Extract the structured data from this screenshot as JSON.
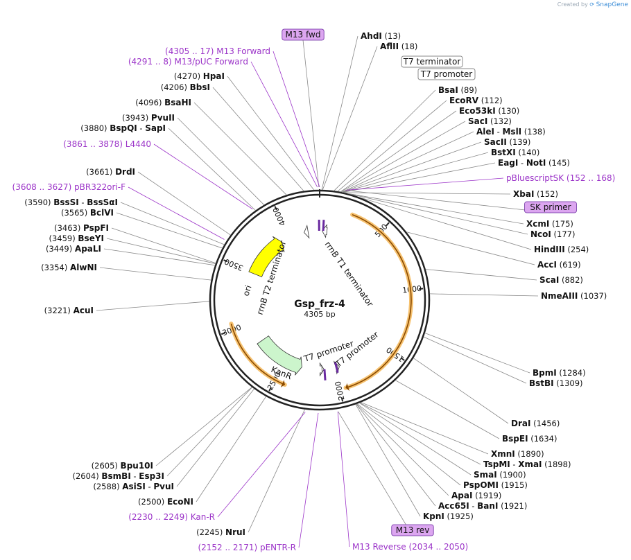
{
  "credit": {
    "text": "Created by",
    "brand": "SnapGene"
  },
  "plasmid": {
    "name": "Gsp_frz-4",
    "length_label": "4305 bp",
    "length": 4305
  },
  "tick_labels": [
    {
      "pos": 500,
      "label": "500"
    },
    {
      "pos": 1000,
      "label": "1000"
    },
    {
      "pos": 1500,
      "label": "1500"
    },
    {
      "pos": 2000,
      "label": "2000"
    },
    {
      "pos": 2500,
      "label": "2500"
    },
    {
      "pos": 3000,
      "label": "3000"
    },
    {
      "pos": 3500,
      "label": "3500"
    },
    {
      "pos": 4000,
      "label": "4000"
    }
  ],
  "features": [
    {
      "name": "T7 terminator",
      "label": "T7 terminator",
      "start": 25,
      "end": 72,
      "direction": "reverse",
      "color": "#ffffff",
      "kind": "terminator"
    },
    {
      "name": "rrnB T1 terminator",
      "label": "rrnB T1 terminator",
      "start": 4150,
      "end": 4190,
      "direction": "reverse",
      "color": "#ffffff",
      "kind": "terminator"
    },
    {
      "name": "ori",
      "label": "ori",
      "start": 3490,
      "end": 3910,
      "direction": "forward",
      "color": "#ffff00",
      "kind": "rep_origin"
    },
    {
      "name": "KanR",
      "label": "KanR",
      "start": 2330,
      "end": 2810,
      "direction": "reverse",
      "color": "#ccf5cc",
      "kind": "cds"
    },
    {
      "name": "T7 promoter",
      "label": "T7 promoter",
      "start": 1955,
      "end": 1975,
      "direction": "reverse",
      "color": "#ffffff",
      "kind": "promoter"
    },
    {
      "name": "T7 promoter",
      "label": "T7 promoter",
      "start": 2110,
      "end": 2130,
      "direction": "reverse",
      "color": "#ffffff",
      "kind": "promoter"
    },
    {
      "name": "orange ORF",
      "label": "",
      "start": 250,
      "end": 1955,
      "direction": "forward",
      "color": "#f0a040",
      "kind": "orf"
    },
    {
      "name": "orange ORF 2",
      "label": "",
      "start": 2420,
      "end": 3050,
      "direction": "reverse",
      "color": "#f0a040",
      "kind": "orf"
    }
  ],
  "enzymes": [
    {
      "name": "AhdI",
      "pos": "(13)",
      "site": 13
    },
    {
      "name": "AflII",
      "pos": "(18)",
      "site": 18
    },
    {
      "name": "BsaI",
      "pos": "(89)",
      "site": 89
    },
    {
      "name": "EcoRV",
      "pos": "(112)",
      "site": 112
    },
    {
      "name": "Eco53kI",
      "pos": "(130)",
      "site": 130
    },
    {
      "name": "SacI",
      "pos": "(132)",
      "site": 132
    },
    {
      "name": "AleI - MslI",
      "pos": "(138)",
      "site": 138
    },
    {
      "name": "SacII",
      "pos": "(139)",
      "site": 139
    },
    {
      "name": "BstXI",
      "pos": "(140)",
      "site": 140
    },
    {
      "name": "EagI - NotI",
      "pos": "(145)",
      "site": 145
    },
    {
      "name": "XbaI",
      "pos": "(152)",
      "site": 152
    },
    {
      "name": "XcmI",
      "pos": "(175)",
      "site": 175
    },
    {
      "name": "NcoI",
      "pos": "(177)",
      "site": 177
    },
    {
      "name": "HindIII",
      "pos": "(254)",
      "site": 254
    },
    {
      "name": "AccI",
      "pos": "(619)",
      "site": 619
    },
    {
      "name": "ScaI",
      "pos": "(882)",
      "site": 882
    },
    {
      "name": "NmeAIII",
      "pos": "(1037)",
      "site": 1037
    },
    {
      "name": "BpmI",
      "pos": "(1284)",
      "site": 1284
    },
    {
      "name": "BstBI",
      "pos": "(1309)",
      "site": 1309
    },
    {
      "name": "DraI",
      "pos": "(1456)",
      "site": 1456
    },
    {
      "name": "BspEI",
      "pos": "(1634)",
      "site": 1634
    },
    {
      "name": "XmnI",
      "pos": "(1890)",
      "site": 1890
    },
    {
      "name": "TspMI - XmaI",
      "pos": "(1898)",
      "site": 1898
    },
    {
      "name": "SmaI",
      "pos": "(1900)",
      "site": 1900
    },
    {
      "name": "PspOMI",
      "pos": "(1915)",
      "site": 1915
    },
    {
      "name": "ApaI",
      "pos": "(1919)",
      "site": 1919
    },
    {
      "name": "Acc65I - BanI",
      "pos": "(1921)",
      "site": 1921
    },
    {
      "name": "KpnI",
      "pos": "(1925)",
      "site": 1925
    },
    {
      "name": "NruI",
      "pos": "(2245)",
      "site": 2245
    },
    {
      "name": "EcoNI",
      "pos": "(2500)",
      "site": 2500
    },
    {
      "name": "AsiSI - PvuI",
      "pos": "(2588)",
      "site": 2588
    },
    {
      "name": "BsmBI - Esp3I",
      "pos": "(2604)",
      "site": 2604
    },
    {
      "name": "Bpu10I",
      "pos": "(2605)",
      "site": 2605
    },
    {
      "name": "AcuI",
      "pos": "(3221)",
      "site": 3221
    },
    {
      "name": "AlwNI",
      "pos": "(3354)",
      "site": 3354
    },
    {
      "name": "ApaLI",
      "pos": "(3449)",
      "site": 3449
    },
    {
      "name": "BseYI",
      "pos": "(3459)",
      "site": 3459
    },
    {
      "name": "PspFI",
      "pos": "(3463)",
      "site": 3463
    },
    {
      "name": "BclVI",
      "pos": "(3565)",
      "site": 3565
    },
    {
      "name": "BssSI - BssSαI",
      "pos": "(3590)",
      "site": 3590
    },
    {
      "name": "DrdI",
      "pos": "(3661)",
      "site": 3661
    },
    {
      "name": "BspQI - SapI",
      "pos": "(3880)",
      "site": 3880
    },
    {
      "name": "PvuII",
      "pos": "(3943)",
      "site": 3943
    },
    {
      "name": "BsaHI",
      "pos": "(4096)",
      "site": 4096
    },
    {
      "name": "BbsI",
      "pos": "(4206)",
      "site": 4206
    },
    {
      "name": "HpaI",
      "pos": "(4270)",
      "site": 4270
    }
  ],
  "primers": [
    {
      "name": "M13 fwd",
      "range": "",
      "site": 4300,
      "boxed": true
    },
    {
      "name": "M13 Forward",
      "range": "(4305 .. 17)",
      "site": 4305,
      "boxed": false
    },
    {
      "name": "M13/pUC Forward",
      "range": "(4291 .. 8)",
      "site": 4291,
      "boxed": false
    },
    {
      "name": "L4440",
      "range": "(3861 .. 3878)",
      "site": 3870,
      "boxed": false
    },
    {
      "name": "pBR322ori-F",
      "range": "(3608 .. 3627)",
      "site": 3617,
      "boxed": false
    },
    {
      "name": "pBluescriptSK",
      "range": "(152 .. 168)",
      "site": 160,
      "boxed": false
    },
    {
      "name": "SK primer",
      "range": "",
      "site": 165,
      "boxed": true
    },
    {
      "name": "Kan-R",
      "range": "(2230 .. 2249)",
      "site": 2240,
      "boxed": false
    },
    {
      "name": "pENTR-R",
      "range": "(2152 .. 2171)",
      "site": 2161,
      "boxed": false
    },
    {
      "name": "M13 Reverse",
      "range": "(2034 .. 2050)",
      "site": 2042,
      "boxed": false
    },
    {
      "name": "M13 rev",
      "range": "",
      "site": 2040,
      "boxed": true
    }
  ],
  "feature_boxes": [
    {
      "name": "T7 terminator"
    },
    {
      "name": "T7 promoter"
    }
  ],
  "colors": {
    "primer": "#9b33c8",
    "primer_box_fill": "#dca6f0",
    "backbone": "#222222",
    "leader": "#888888",
    "orf": "#f0a040"
  }
}
